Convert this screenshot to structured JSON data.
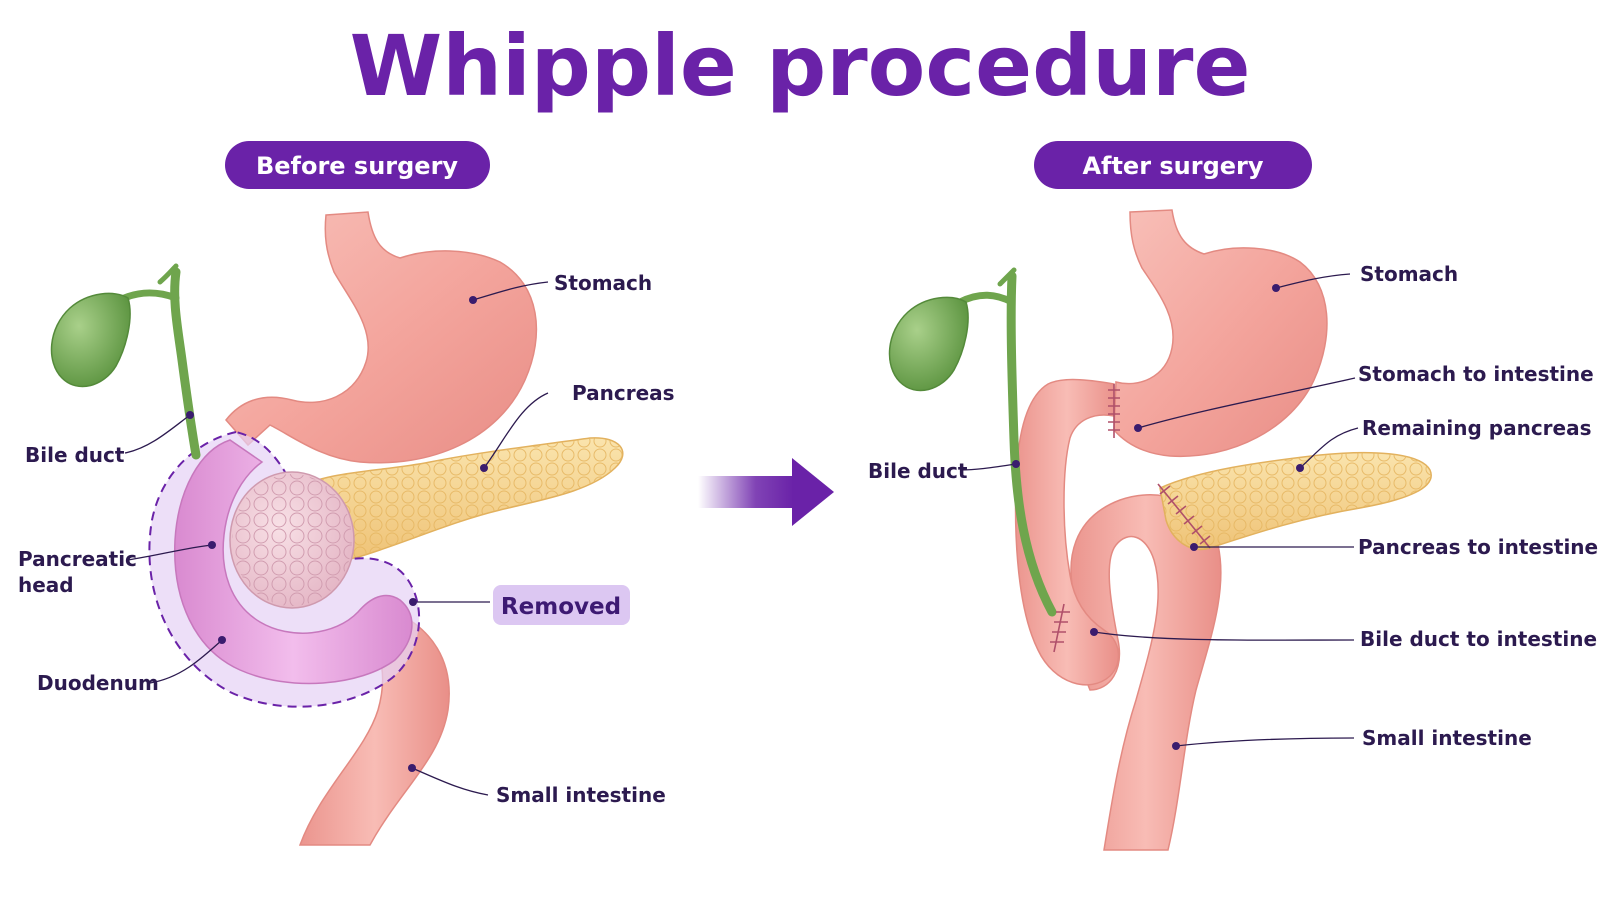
{
  "title": "Whipple procedure",
  "colors": {
    "accent": "#6a22a8",
    "accent_light": "#dcc7f2",
    "label_text": "#2c1a4f",
    "stomach": "#f3a5a0",
    "pancreas": "#f6d48c",
    "gallbladder": "#7bb057",
    "removed_zone": "#e6d2f5",
    "duodenum": "#e7a4df"
  },
  "before": {
    "heading": "Before surgery",
    "labels": {
      "stomach": "Stomach",
      "pancreas": "Pancreas",
      "bile_duct": "Bile duct",
      "pancreatic_head_line1": "Pancreatic",
      "pancreatic_head_line2": "head",
      "duodenum": "Duodenum",
      "small_intestine": "Small intestine"
    },
    "removed_badge": "Removed"
  },
  "after": {
    "heading": "After surgery",
    "labels": {
      "stomach": "Stomach",
      "stomach_to_intestine": "Stomach to intestine",
      "remaining_pancreas": "Remaining pancreas",
      "bile_duct": "Bile duct",
      "pancreas_to_intestine": "Pancreas to intestine",
      "bile_duct_to_intestine": "Bile duct to intestine",
      "small_intestine": "Small intestine"
    }
  },
  "icons": {
    "arrow": "right-arrow-icon"
  }
}
